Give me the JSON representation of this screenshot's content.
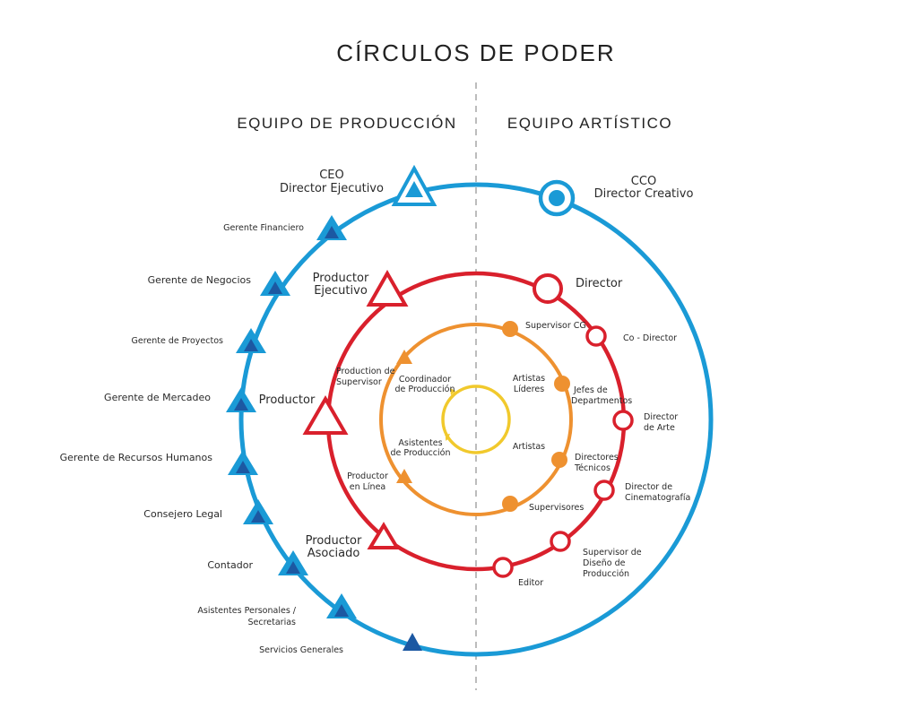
{
  "title": "CÍRCULOS DE PODER",
  "colors": {
    "blue": "#1a9ad6",
    "blue_dark": "#1c58a2",
    "red": "#d9202c",
    "orange": "#ee9130",
    "yellow": "#f1c92c",
    "divider": "#999999"
  },
  "sections": {
    "production": "EQUIPO DE PRODUCCIÓN",
    "artistic": "EQUIPO ARTÍSTICO"
  },
  "outer_left": {
    "top": {
      "line1": "CEO",
      "line2": "Director Ejecutivo"
    },
    "items": [
      "Gerente Financiero",
      "Gerente de Negocios",
      "Gerente de Proyectos",
      "Gerente de Mercadeo",
      "Gerente de Recursos Humanos",
      "Consejero Legal",
      "Contador",
      "Asistentes Personales /",
      "Secretarias",
      "Servicios Generales"
    ]
  },
  "outer_right": {
    "line1": "CCO",
    "line2": "Director Creativo"
  },
  "red_left": {
    "top_line1": "Productor",
    "top_line2": "Ejecutivo",
    "middle": "Productor",
    "bottom_line1": "Productor",
    "bottom_line2": "Asociado"
  },
  "red_right": {
    "director": "Director",
    "co_director": "Co - Director",
    "arte_line1": "Director",
    "arte_line2": "de Arte",
    "cine_line1": "Director de",
    "cine_line2": "Cinematografía",
    "sup_line1": "Supervisor de",
    "sup_line2": "Diseño de",
    "sup_line3": "Producción",
    "editor": "Editor"
  },
  "orange_left": {
    "supervisor_line1": "Production de",
    "supervisor_line2": "Supervisor",
    "linea_line1": "Productor",
    "linea_line2": "en Línea"
  },
  "orange_right": {
    "cg": "Supervisor CG",
    "jefes_line1": "Jefes de",
    "jefes_line2": "Departmentos",
    "tecnicos_line1": "Directores",
    "tecnicos_line2": "Técnicos",
    "supervisores": "Supervisores"
  },
  "inner_labels": {
    "coord_line1": "Coordinador",
    "coord_line2": "de Producción",
    "asist_line1": "Asistentes",
    "asist_line2": "de Producción",
    "lideres_line1": "Artistas",
    "lideres_line2": "Líderes",
    "artistas": "Artistas"
  }
}
